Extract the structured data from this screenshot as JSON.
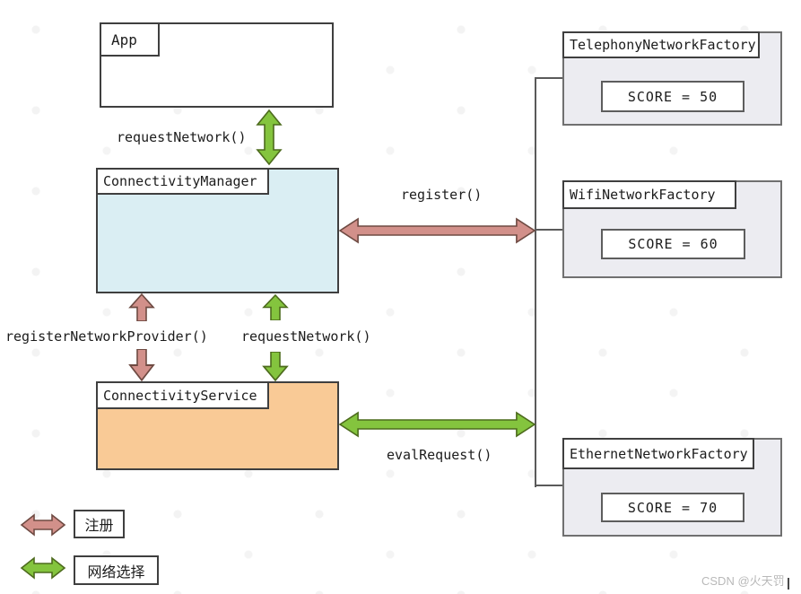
{
  "nodes": {
    "app": {
      "label": "App"
    },
    "connectivity_manager": {
      "label": "ConnectivityManager"
    },
    "connectivity_service": {
      "label": "ConnectivityService"
    },
    "telephony_factory": {
      "label": "TelephonyNetworkFactory",
      "score": "SCORE = 50"
    },
    "wifi_factory": {
      "label": "WifiNetworkFactory",
      "score": "SCORE = 60"
    },
    "ethernet_factory": {
      "label": "EthernetNetworkFactory",
      "score": "SCORE = 70"
    }
  },
  "edges": {
    "request_network_app_cm": {
      "label": "requestNetwork()",
      "kind": "network-selection"
    },
    "register_cm_factories": {
      "label": "register()",
      "kind": "register"
    },
    "register_network_provider_cm_cs": {
      "label": "registerNetworkProvider()",
      "kind": "register"
    },
    "request_network_cm_cs": {
      "label": "requestNetwork()",
      "kind": "network-selection"
    },
    "eval_request_cs_factories": {
      "label": "evalRequest()",
      "kind": "network-selection"
    }
  },
  "legend": {
    "items": [
      {
        "label": "注册",
        "kind": "register"
      },
      {
        "label": "网络选择",
        "kind": "network-selection"
      }
    ]
  },
  "watermark": {
    "text": "CSDN @火天罚"
  },
  "colors": {
    "register-fill": "#d2908a",
    "register-stroke": "#6e4a42",
    "selection-fill": "#84c43e",
    "selection-stroke": "#4d6b1d",
    "manager-fill": "#daeef3",
    "service-fill": "#f9ca96",
    "factory-fill": "#ececf1",
    "box-border": "#3f3f3f",
    "connector": "#5a5a5a"
  }
}
